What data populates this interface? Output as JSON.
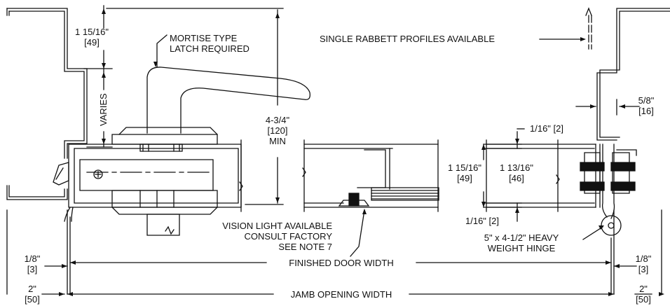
{
  "labels": {
    "jamb_top_1": "1 15/16\"",
    "jamb_top_2": "[49]",
    "varies": "VARIES",
    "mortise_1": "MORTISE TYPE",
    "mortise_2": "LATCH REQUIRED",
    "single_rabbett": "SINGLE RABBETT PROFILES AVAILABLE",
    "stop_1": "5/8\"",
    "stop_2": "[16]",
    "lever_1": "4-3/4\"",
    "lever_2": "[120]",
    "lever_3": "MIN",
    "gap_top": "1/16\" [2]",
    "door_thk_1": "1 15/16\"",
    "door_thk_2": "[49]",
    "face_1": "1 13/16\"",
    "face_2": "[46]",
    "gap_bottom": "1/16\" [2]",
    "vision_1": "VISION LIGHT AVAILABLE",
    "vision_2": "CONSULT FACTORY",
    "vision_3": "SEE NOTE 7",
    "hinge_1": "5\" x 4-1/2\" HEAVY",
    "hinge_2": "WEIGHT HINGE",
    "clear_left_1": "1/8\"",
    "clear_left_2": "[3]",
    "clear_right_1": "1/8\"",
    "clear_right_2": "[3]",
    "finished_width": "FINISHED DOOR WIDTH",
    "jamb_left_1": "2\"",
    "jamb_left_2": "[50]",
    "jamb_right_1": "2\"",
    "jamb_right_2": "[50]",
    "jamb_width": "JAMB OPENING WIDTH"
  }
}
